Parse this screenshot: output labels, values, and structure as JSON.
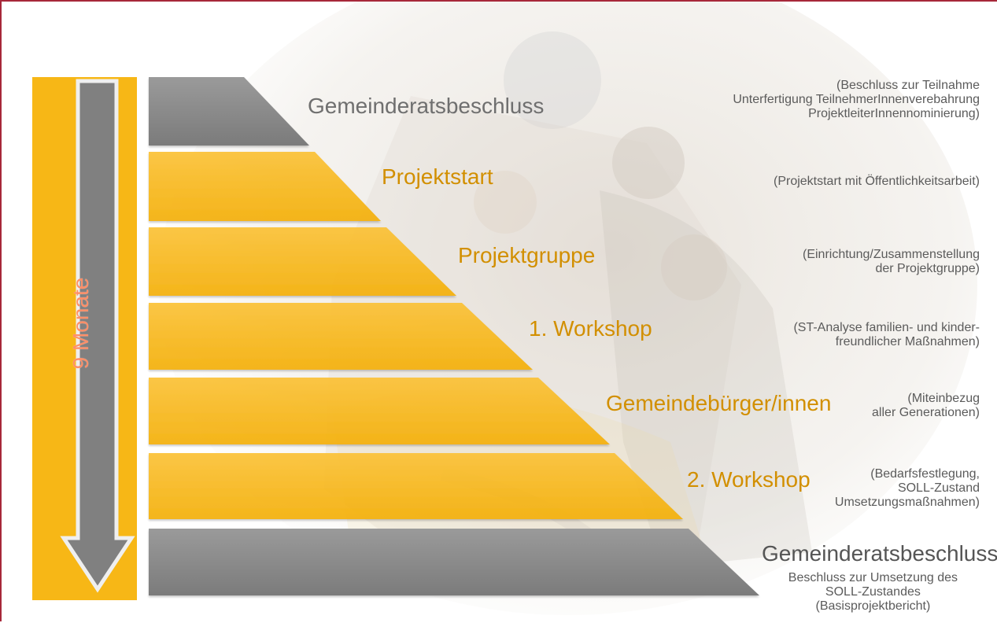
{
  "diagram": {
    "duration_label": "9 Monate",
    "colors": {
      "orange": "#f7b716",
      "gray": "#898989",
      "border": "#a7283a"
    },
    "steps": [
      {
        "title": "Gemeinderatsbeschluss",
        "color": "gray",
        "note": [
          "(Beschluss zur Teilnahme",
          "Unterfertigung TeilnehmerInnenverebahrung",
          "ProjektleiterInnennominierung)"
        ]
      },
      {
        "title": "Projektstart",
        "color": "orange",
        "note": [
          "(Projektstart mit Öffentlichkeitsarbeit)"
        ]
      },
      {
        "title": "Projektgruppe",
        "color": "orange",
        "note": [
          "(Einrichtung/Zusammenstellung",
          "der Projektgruppe)"
        ]
      },
      {
        "title": "1. Workshop",
        "color": "orange",
        "note": [
          "(ST-Analyse familien- und kinder-",
          "freundlicher Maßnahmen)"
        ]
      },
      {
        "title": "Gemeindebürger/innen",
        "color": "orange",
        "note": [
          "(Miteinbezug",
          "aller Generationen)"
        ]
      },
      {
        "title": "2. Workshop",
        "color": "orange",
        "note": [
          "(Bedarfsfestlegung,",
          "SOLL-Zustand",
          "Umsetzungsmaßnahmen)"
        ]
      },
      {
        "title": "Gemeinderatsbeschluss",
        "color": "gray",
        "note": [
          "Beschluss zur Umsetzung des",
          "SOLL-Zustandes",
          "(Basisprojektbericht)"
        ]
      }
    ]
  }
}
